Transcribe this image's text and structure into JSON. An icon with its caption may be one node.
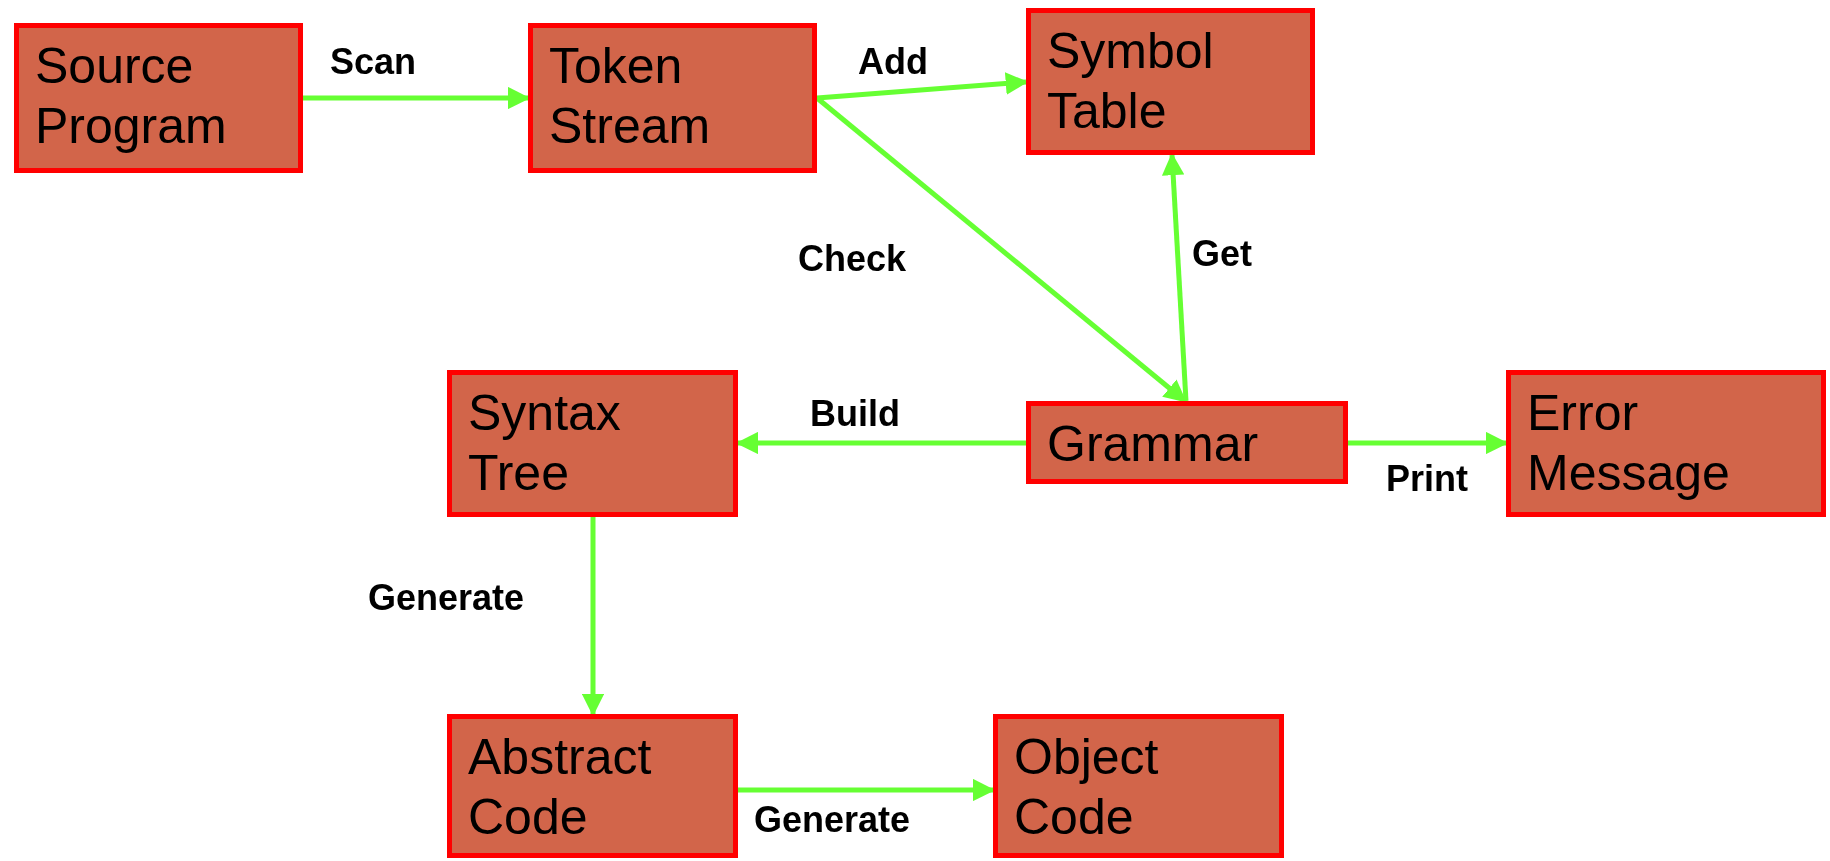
{
  "diagram": {
    "nodes": [
      {
        "text": [
          "Source Program"
        ]
      },
      {
        "text": [
          "Token Stream"
        ]
      },
      {
        "text": [
          "Symbol Table"
        ]
      },
      {
        "text": [
          "Syntax Tree"
        ]
      },
      {
        "text": [
          "Grammar"
        ]
      },
      {
        "text": [
          "Error Message"
        ]
      },
      {
        "text": [
          "Abstract Code"
        ]
      },
      {
        "text": [
          "Object Code"
        ]
      }
    ],
    "edges": [
      {
        "from": 0,
        "to": 1,
        "arrow": "to",
        "label": "Scan"
      },
      {
        "from": 1,
        "to": 2,
        "arrow": "to",
        "label": "Add"
      },
      {
        "from": 1,
        "to": 4,
        "arrow": "to",
        "label": "Check"
      },
      {
        "from": 4,
        "to": 2,
        "arrow": "to",
        "label": "Get"
      },
      {
        "from": 4,
        "to": 3,
        "arrow": "to",
        "label": "Build"
      },
      {
        "from": 4,
        "to": 5,
        "arrow": "to",
        "label": "Print"
      },
      {
        "from": 3,
        "to": 6,
        "arrow": "to",
        "label": "Generate"
      },
      {
        "from": 6,
        "to": 7,
        "arrow": "to",
        "label": "Generate"
      }
    ]
  }
}
